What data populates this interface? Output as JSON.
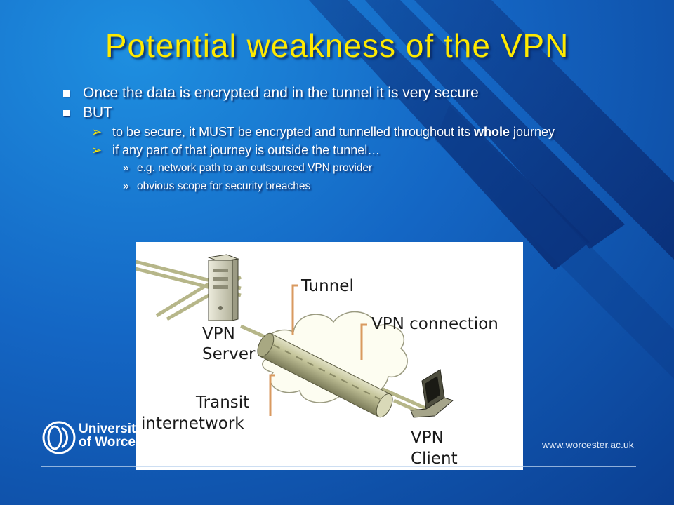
{
  "slide": {
    "title": "Potential weakness of the VPN",
    "bullets": [
      {
        "text": "Once the data is encrypted and in the tunnel it is very secure"
      },
      {
        "text": "BUT"
      }
    ],
    "sub_bullets": [
      {
        "before": "to be secure, it MUST be encrypted and tunnelled throughout its ",
        "bold": "whole",
        "after": " journey"
      },
      {
        "text": "if any part of that journey is outside the tunnel…"
      }
    ],
    "sub_sub_bullets": [
      {
        "text": "e.g. network path to an outsourced VPN provider"
      },
      {
        "text": "obvious scope for security breaches"
      }
    ],
    "markers": {
      "level1": "■",
      "level2": "➢",
      "level3": "»"
    }
  },
  "diagram": {
    "labels": {
      "tunnel": "Tunnel",
      "vpn_connection": "VPN connection",
      "vpn_server_line1": "VPN",
      "vpn_server_line2": "Server",
      "transit_line1": "Transit",
      "transit_line2": "internetwork",
      "vpn_client_line1": "VPN",
      "vpn_client_line2": "Client"
    }
  },
  "branding": {
    "university_line1": "University",
    "university_line2": "of Worces",
    "website": "www.worcester.ac.uk"
  },
  "colors": {
    "title": "#ffea00",
    "background": "#1466c4",
    "stripe": "#0d3b8a"
  }
}
